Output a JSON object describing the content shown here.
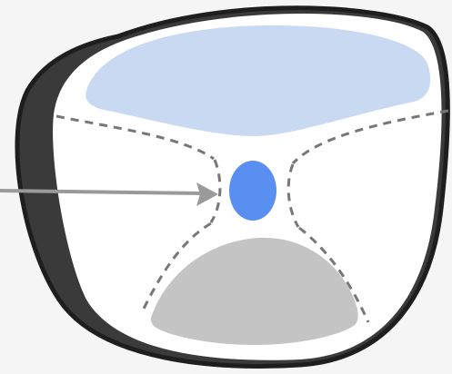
{
  "diagram": {
    "background_color": "#f5f5f5",
    "outline_color": "#1e1e1e",
    "body_fill": "#ffffff",
    "shadow_color": "#3a3a3a",
    "top_region_color": "#c9d9f1",
    "bottom_region_color": "#c4c4c4",
    "center_dot_color": "#5a8ff2",
    "divider_color": "#777777",
    "arrow_color": "#9a9a9a",
    "divider_style": "dashed",
    "regions": [
      {
        "id": "top-region",
        "shape": "lens"
      },
      {
        "id": "bottom-region",
        "shape": "dome"
      },
      {
        "id": "center-dot",
        "shape": "ellipse"
      }
    ],
    "arrow": {
      "direction": "right",
      "points_to": "center-dot"
    }
  }
}
